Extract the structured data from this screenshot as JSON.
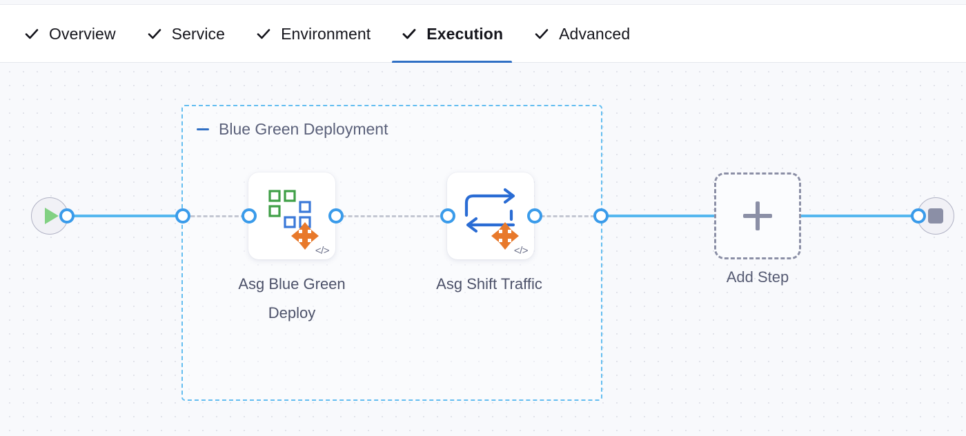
{
  "tabs": [
    {
      "label": "Overview",
      "icon": "check-icon",
      "checked": true,
      "active": false
    },
    {
      "label": "Service",
      "icon": "check-icon",
      "checked": true,
      "active": false
    },
    {
      "label": "Environment",
      "icon": "check-icon",
      "checked": true,
      "active": false
    },
    {
      "label": "Execution",
      "icon": "check-icon",
      "checked": true,
      "active": true
    },
    {
      "label": "Advanced",
      "icon": "check-icon",
      "checked": true,
      "active": false
    }
  ],
  "pipeline": {
    "group": {
      "title": "Blue Green Deployment",
      "collapse_icon": "minus-icon"
    },
    "start_node": {
      "icon": "play-icon",
      "name": "start"
    },
    "end_node": {
      "icon": "stop-icon",
      "name": "end"
    },
    "steps": [
      {
        "label": "Asg Blue Green Deploy",
        "icon": "asg-blue-green-deploy-icon",
        "badge": "</>"
      },
      {
        "label": "Asg Shift Traffic",
        "icon": "asg-shift-traffic-icon",
        "badge": "</>"
      }
    ],
    "add_step": {
      "label": "Add Step",
      "icon": "plus-icon"
    }
  },
  "colors": {
    "accent_blue": "#2f6fc4",
    "connector_blue": "#55b7ef",
    "dot_blue": "#3a9bea",
    "group_border": "#63bdf0",
    "dashed_gray": "#c3c7d2",
    "canvas_bg": "#f8f9fc",
    "icon_green": "#3f9f47",
    "icon_blue": "#3a78d8",
    "icon_orange": "#e8792b",
    "play_green": "#82d183",
    "stop_gray": "#8b8fa6",
    "text_gray": "#4c5169"
  }
}
